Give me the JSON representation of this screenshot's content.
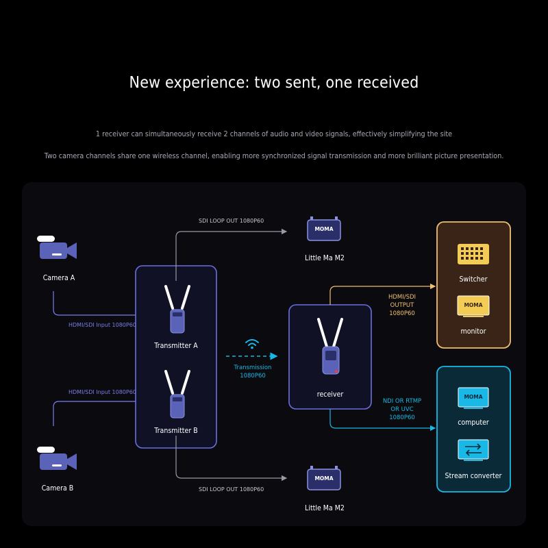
{
  "headline": "New experience: two sent, one received",
  "subtitle_1": "1 receiver can simultaneously receive 2 channels of audio and video signals, effectively simplifying the site",
  "subtitle_2": "Two camera channels share one wireless channel, enabling more synchronized signal transmission and more brilliant picture presentation.",
  "brand_text": "MOMA",
  "cameras": {
    "a_label": "Camera A",
    "b_label": "Camera B",
    "a_link_label": "HDMI/SDI Input 1080P60",
    "b_link_label": "HDMI/SDI Input 1080P60"
  },
  "transmitters": {
    "a_label": "Transmitter A",
    "b_label": "Transmitter B"
  },
  "loop_out": {
    "top_label": "SDI LOOP OUT 1080P60",
    "bottom_label": "SDI LOOP OUT 1080P60",
    "top_device": "Little Ma M2",
    "bottom_device": "Little Ma M2"
  },
  "transmission": {
    "line1": "Transmission",
    "line2": "1080P60"
  },
  "receiver": {
    "label": "receiver"
  },
  "hdmi_output": {
    "line1": "HDMI/SDI",
    "line2": "OUTPUT",
    "line3": "1080P60"
  },
  "ndi_output": {
    "line1": "NDI OR RTMP",
    "line2": "OR UVC",
    "line3": "1080P60"
  },
  "orange_group": {
    "switcher_label": "Switcher",
    "monitor_label": "monitor"
  },
  "cyan_group": {
    "computer_label": "computer",
    "converter_label": "Stream converter"
  },
  "colors": {
    "background": "#000000",
    "panel": "#0b0b0f",
    "blue_accent": "#6b6fe0",
    "cyan_accent": "#19b8e6",
    "orange_accent": "#f0c070",
    "device_body": "#5a63b8",
    "gray_line": "#9a9aa6"
  }
}
